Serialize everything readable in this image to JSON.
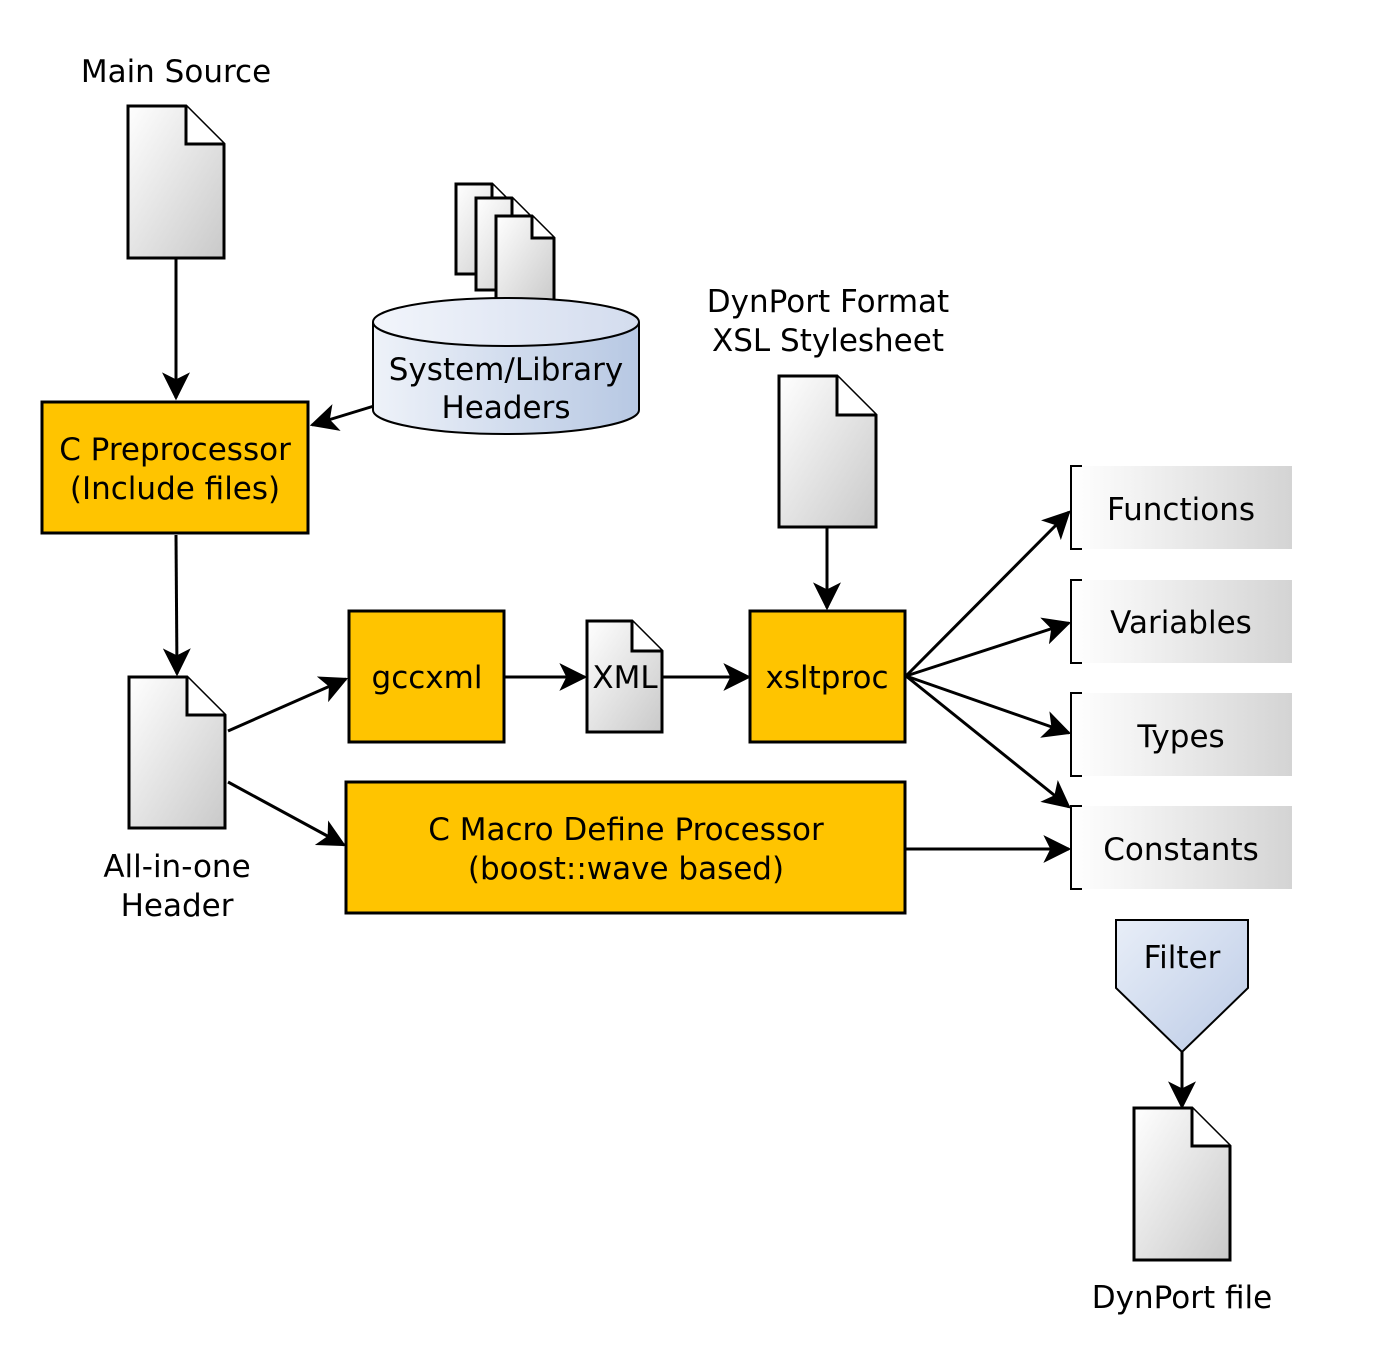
{
  "nodes": {
    "main_source": {
      "label": "Main Source"
    },
    "system_headers": {
      "label_lines": [
        "System/Library",
        "Headers"
      ]
    },
    "c_preprocessor": {
      "label_lines": [
        "C Preprocessor",
        "(Include files)"
      ]
    },
    "all_in_one": {
      "label_lines": [
        "All-in-one",
        "Header"
      ]
    },
    "gccxml": {
      "label": "gccxml"
    },
    "xml": {
      "label": "XML"
    },
    "xsltproc": {
      "label": "xsltproc"
    },
    "xsl_stylesheet": {
      "label_lines": [
        "DynPort Format",
        "XSL Stylesheet"
      ]
    },
    "macro_processor": {
      "label_lines": [
        "C Macro Define Processor",
        "(boost::wave based)"
      ]
    },
    "outputs": [
      "Functions",
      "Variables",
      "Types",
      "Constants"
    ],
    "filter": {
      "label": "Filter"
    },
    "dynport_file": {
      "label": "DynPort file"
    }
  },
  "colors": {
    "process": "#ffc400",
    "storage_light": "#e6ecf5",
    "storage_dark": "#b8c9e4",
    "document_light": "#ffffff",
    "document_dark": "#cfcfcf",
    "output_light": "#ffffff",
    "output_dark": "#d6d6d6"
  }
}
